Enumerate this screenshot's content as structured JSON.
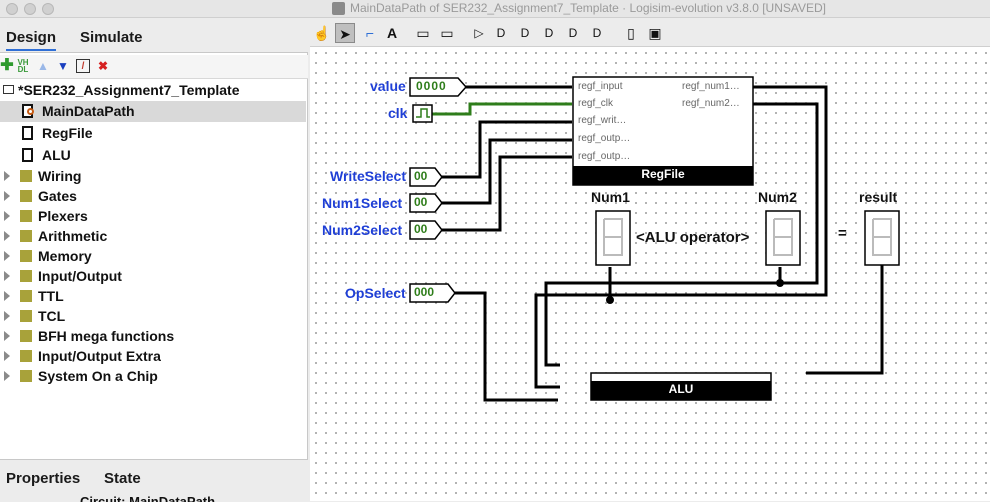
{
  "window": {
    "title": "MainDataPath of SER232_Assignment7_Template · Logisim-evolution v3.8.0 [UNSAVED]"
  },
  "left_tabs": {
    "design": "Design",
    "simulate": "Simulate"
  },
  "tree": {
    "project": "*SER232_Assignment7_Template",
    "circuits": [
      "MainDataPath",
      "RegFile",
      "ALU"
    ],
    "libraries": [
      "Wiring",
      "Gates",
      "Plexers",
      "Arithmetic",
      "Memory",
      "Input/Output",
      "TTL",
      "TCL",
      "BFH mega functions",
      "Input/Output Extra",
      "System On a Chip"
    ]
  },
  "bottom_tabs": {
    "properties": "Properties",
    "state": "State",
    "circuit_label": "Circuit: MainDataPath"
  },
  "circuit": {
    "inputs": {
      "value": {
        "label": "value",
        "display": "0000"
      },
      "clk": {
        "label": "clk"
      },
      "write_select": {
        "label": "WriteSelect",
        "display": "00"
      },
      "num1_select": {
        "label": "Num1Select",
        "display": "00"
      },
      "num2_select": {
        "label": "Num2Select",
        "display": "00"
      },
      "op_select": {
        "label": "OpSelect",
        "display": "000"
      }
    },
    "regfile": {
      "name": "RegFile",
      "left_ports": [
        "regf_input",
        "regf_clk",
        "regf_writ…",
        "regf_outp…",
        "regf_outp…"
      ],
      "right_ports": [
        "regf_num1…",
        "regf_num2…"
      ]
    },
    "alu": {
      "name": "ALU"
    },
    "num1_label": "Num1",
    "num2_label": "Num2",
    "result_label": "result",
    "operator_text": "<ALU operator>",
    "equals_text": "="
  },
  "colors": {
    "wire": "#000000",
    "clk_wire": "#2e7d1a",
    "pin_label": "#1f3fd6",
    "hex_green": "#2e7d1a"
  }
}
